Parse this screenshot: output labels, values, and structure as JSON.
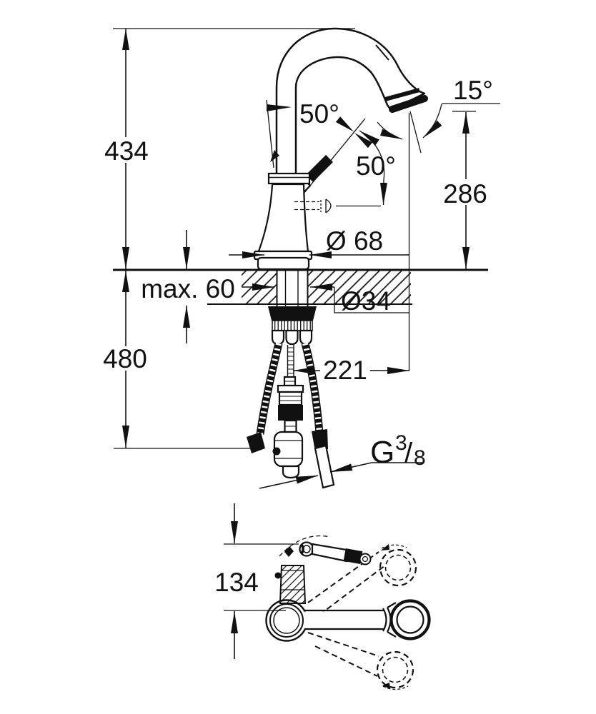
{
  "drawing": {
    "colors": {
      "line": "#111111",
      "background": "#ffffff"
    },
    "labels": {
      "total_height": "434",
      "below_counter_height": "480",
      "outlet_height": "286",
      "spout_reach": "221",
      "top_view_height": "134",
      "counter_thickness": "max. 60",
      "base_diameter": "Ø 68",
      "hole_diameter": "Ø34",
      "spray_tilt_angle": "15°",
      "handle_angle": "50°",
      "spray_swivel_angle": "50°",
      "thread_g": "G",
      "thread_numerator": "3",
      "thread_slash": "/",
      "thread_denominator": "8"
    }
  }
}
